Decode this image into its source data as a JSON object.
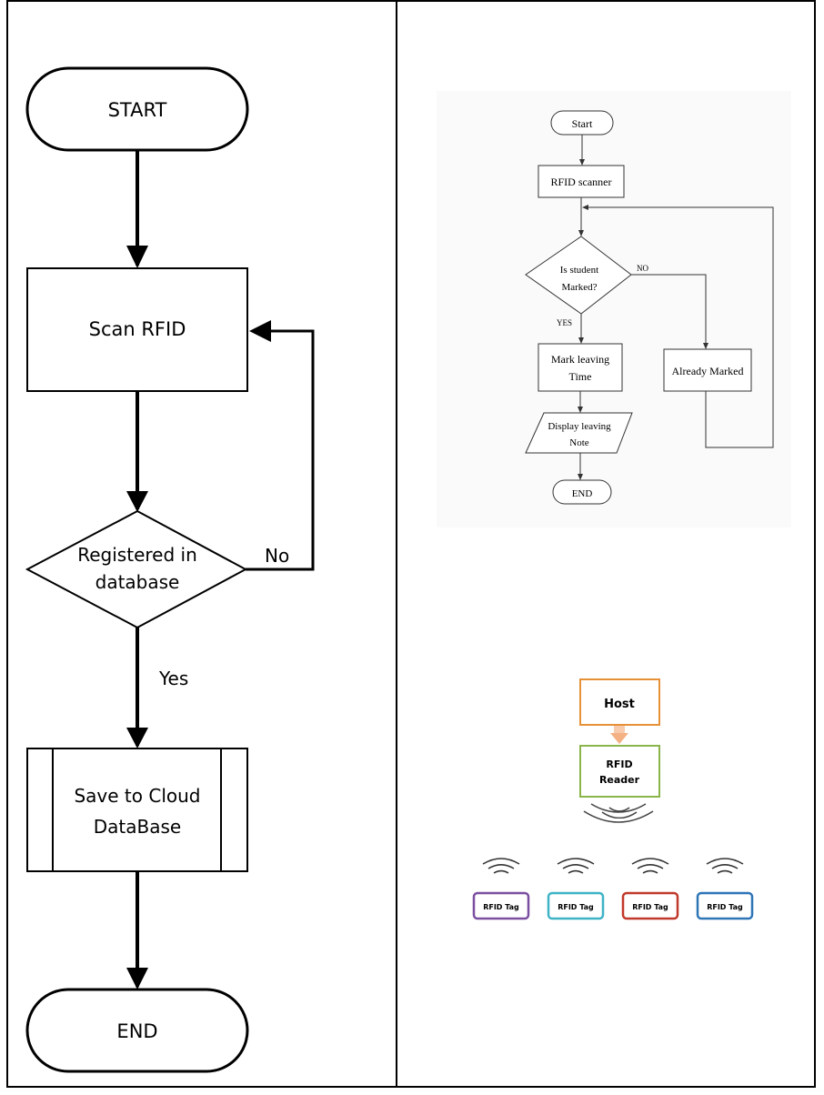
{
  "left_flowchart": {
    "start": "START",
    "scan": "Scan RFID",
    "decision_line1": "Registered in",
    "decision_line2": "database",
    "no_label": "No",
    "yes_label": "Yes",
    "save_line1": "Save to Cloud",
    "save_line2": "DataBase",
    "end": "END"
  },
  "right_flowchart": {
    "start": "Start",
    "scanner": "RFID scanner",
    "decision_line1": "Is student",
    "decision_line2": "Marked?",
    "no_label": "NO",
    "yes_label": "YES",
    "mark_line1": "Mark leaving",
    "mark_line2": "Time",
    "already": "Already Marked",
    "display_line1": "Display leaving",
    "display_line2": "Note",
    "end": "END"
  },
  "rfid_diagram": {
    "host": "Host",
    "reader_line1": "RFID",
    "reader_line2": "Reader",
    "tags": [
      {
        "label": "RFID Tag",
        "color": "#7b4fa0"
      },
      {
        "label": "RFID Tag",
        "color": "#3fb3c6"
      },
      {
        "label": "RFID Tag",
        "color": "#c0392b"
      },
      {
        "label": "RFID Tag",
        "color": "#2e75b6"
      }
    ],
    "host_border_color": "#e69138",
    "reader_border_color": "#8bb54a",
    "arrow_color": "#f4b183"
  }
}
